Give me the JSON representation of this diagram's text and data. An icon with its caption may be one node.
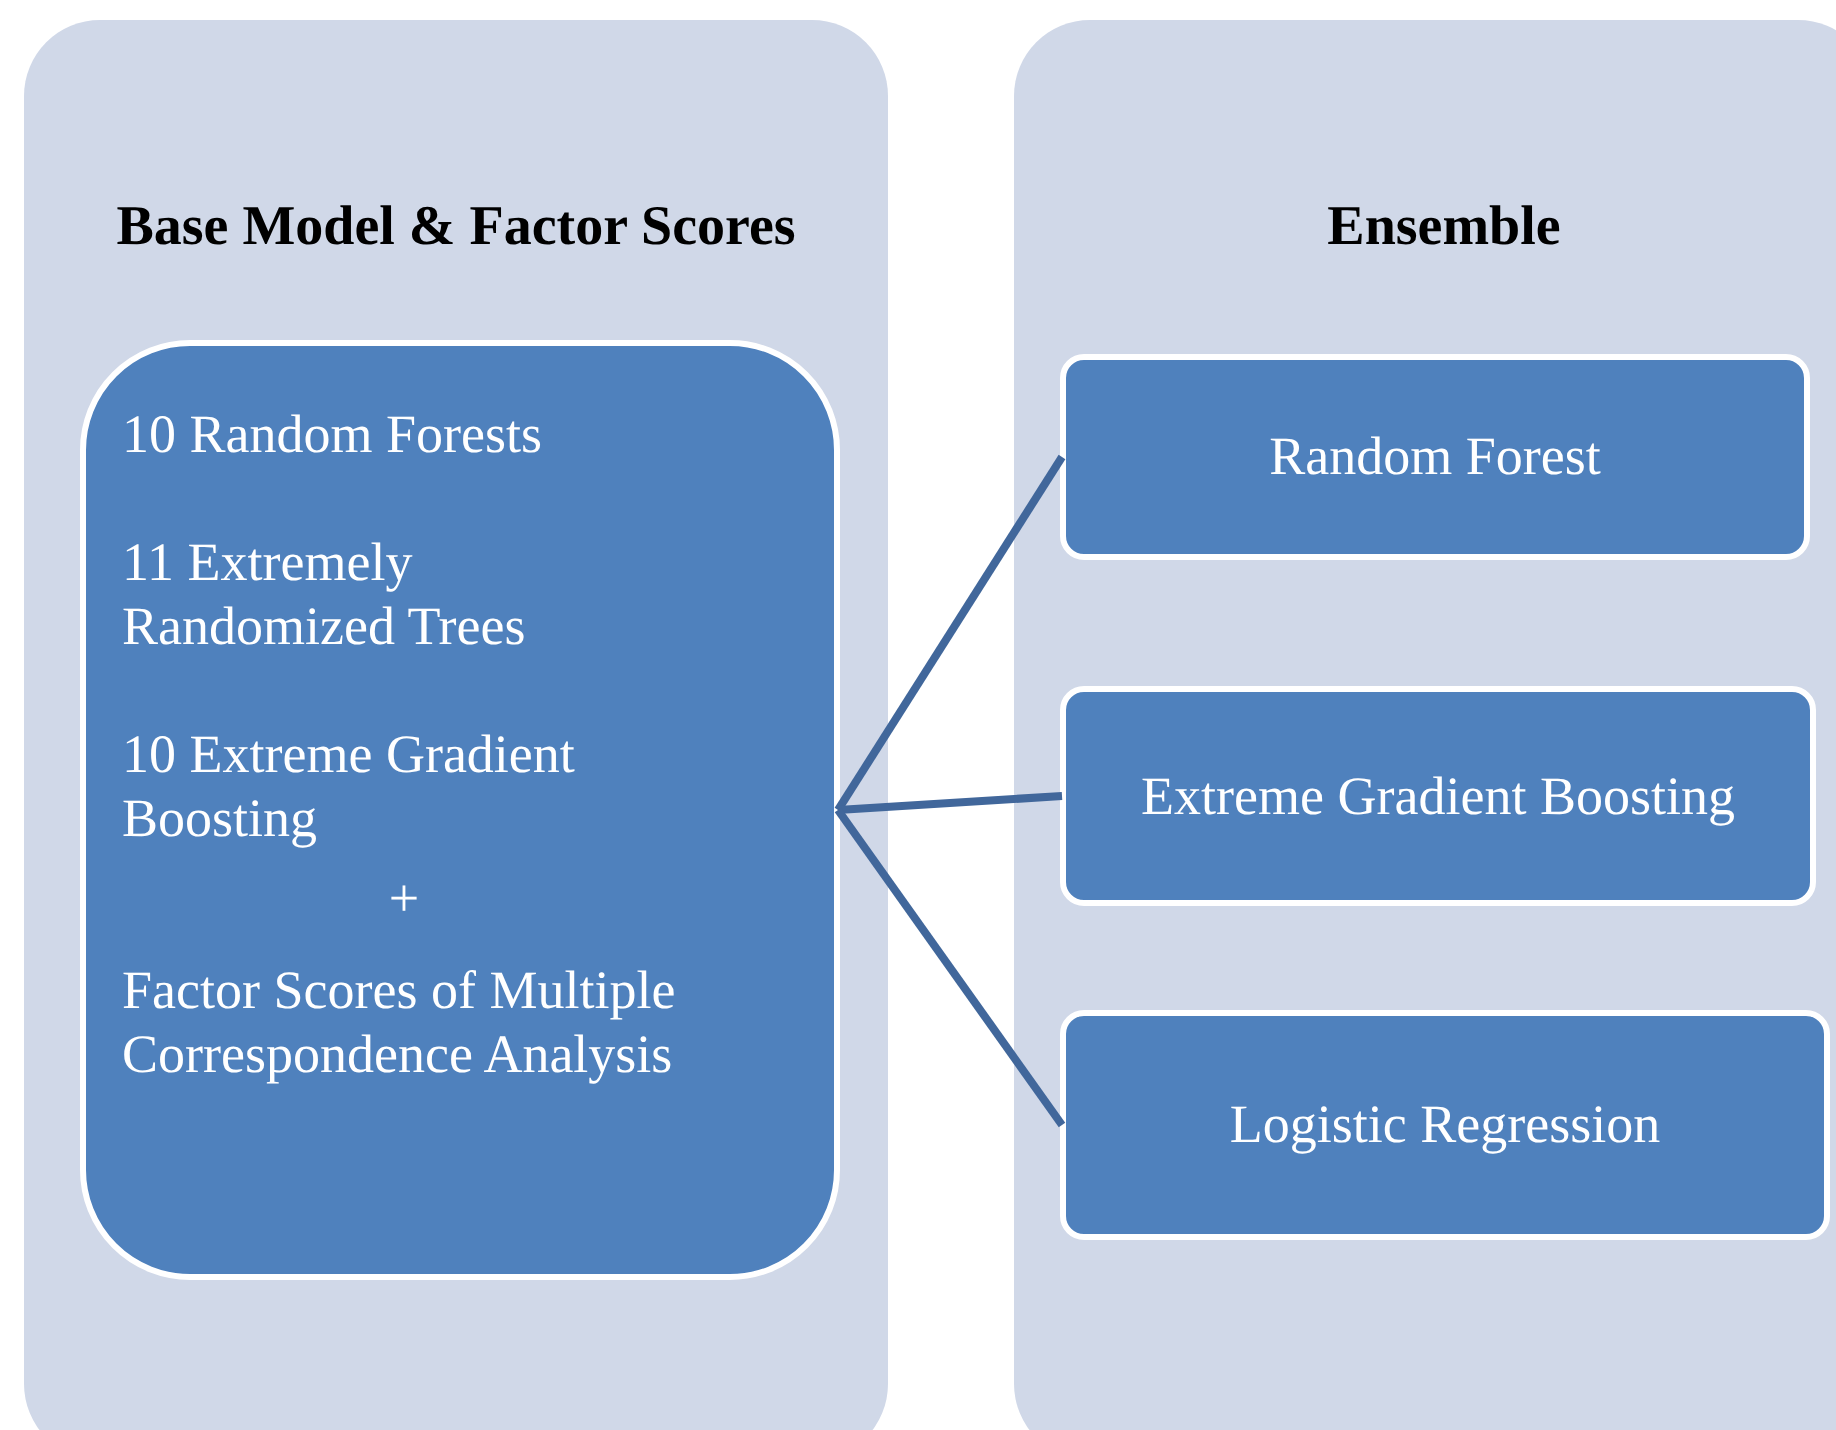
{
  "diagram": {
    "nodes": [
      {
        "text": [
          "Base Model & Factor Scores"
        ]
      },
      {
        "text": [
          "10 Random Forests",
          "11 Extremely Randomized Trees",
          "10 Extreme Gradient Boosting",
          "+",
          "Factor Scores of Multiple Correspondence Analysis"
        ],
        "in": 0
      },
      {
        "text": [
          "Ensemble"
        ]
      },
      {
        "text": [
          "Random Forest"
        ],
        "in": 2
      },
      {
        "text": [
          "Extreme Gradient Boosting"
        ],
        "in": 2
      },
      {
        "text": [
          "Logistic Regression"
        ],
        "in": 2
      }
    ],
    "edges": [
      {
        "from": 1,
        "to": 3,
        "arrow": "none"
      },
      {
        "from": 1,
        "to": 4,
        "arrow": "none"
      },
      {
        "from": 1,
        "to": 5,
        "arrow": "none"
      }
    ]
  }
}
